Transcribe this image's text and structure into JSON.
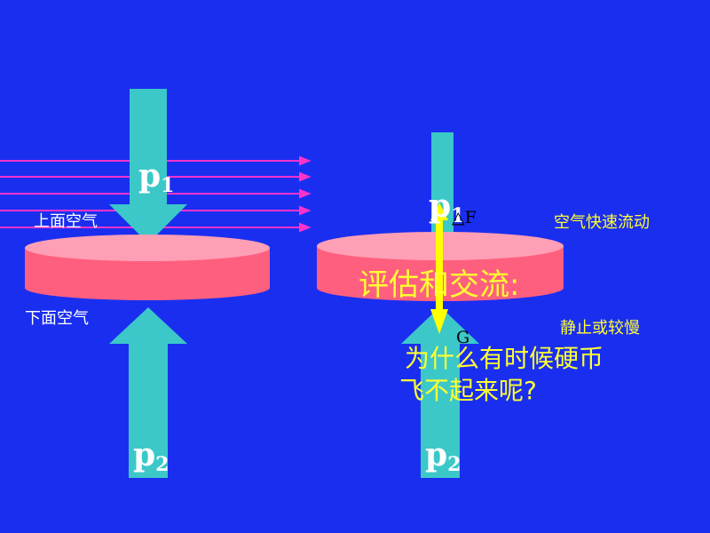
{
  "colors": {
    "background": "#1a2ef0",
    "arrow": "#3cc8c8",
    "disk_side": "#ff5f7e",
    "disk_top": "#ff9fb5",
    "airflow_line": "#ff33cc",
    "force_arrow": "#ffff00",
    "text_white": "#ffffff",
    "text_yellow": "#ffff33"
  },
  "left_diagram": {
    "p1": {
      "base": "p",
      "sub": "1"
    },
    "p2": {
      "base": "p",
      "sub": "2"
    },
    "upper_air_label": "上面空气",
    "lower_air_label": "下面空气"
  },
  "right_diagram": {
    "p1": {
      "base": "p",
      "sub": "1"
    },
    "p2": {
      "base": "p",
      "sub": "2"
    },
    "delta_f_label": "△F",
    "g_label": "G",
    "fast_air_label": "空气快速流动",
    "slow_air_label": "静止或较慢"
  },
  "discussion": {
    "title": "评估和交流:",
    "question_line1": "为什么有时候硬币",
    "question_line2": "飞不起来呢?"
  }
}
